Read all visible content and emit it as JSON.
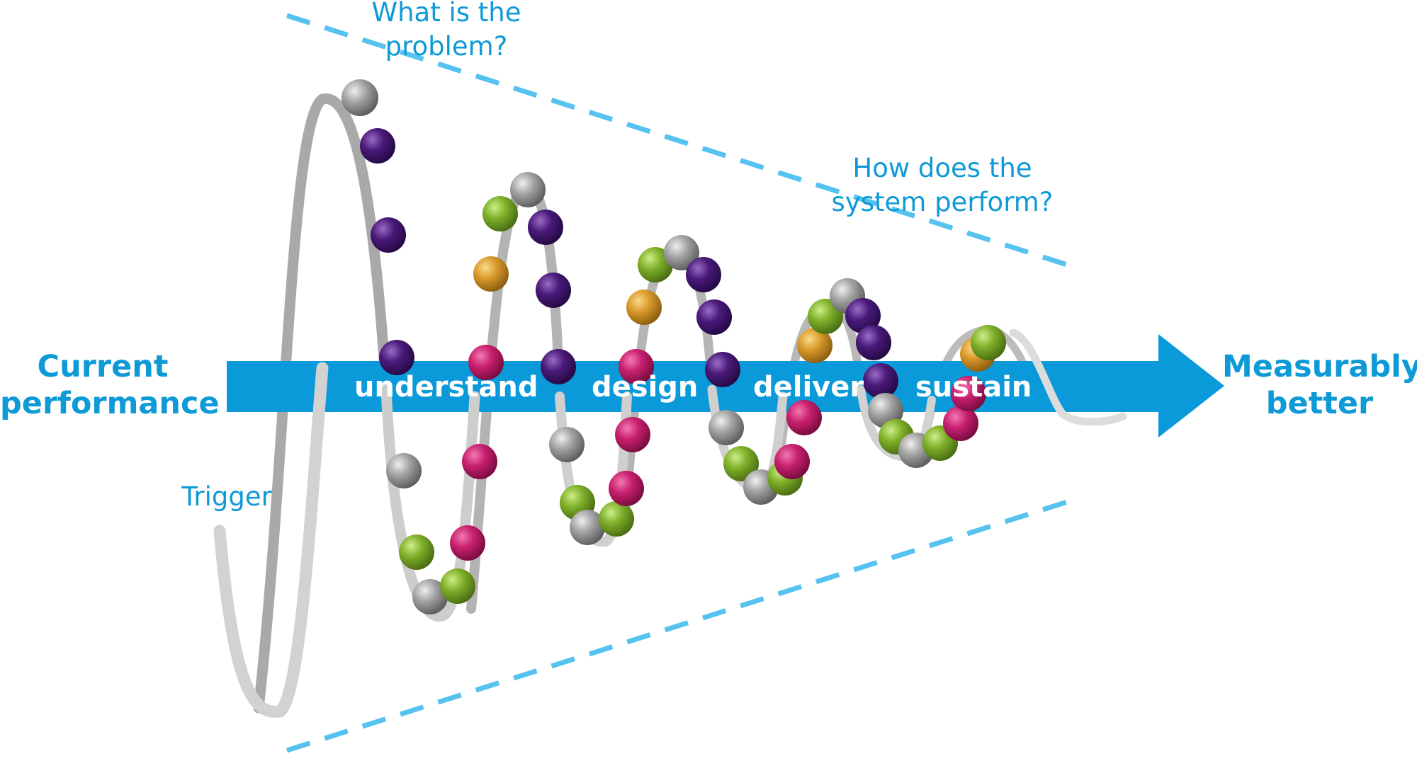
{
  "labels": {
    "question_problem_line1": "What is the",
    "question_problem_line2": "problem?",
    "question_system_line1": "How does the",
    "question_system_line2": "system perform?",
    "trigger": "Trigger",
    "start_line1": "Current",
    "start_line2": "performance",
    "end_line1": "Measurably",
    "end_line2": "better"
  },
  "stages": [
    "understand",
    "design",
    "deliver",
    "sustain"
  ],
  "colors": {
    "arrow": "#0a9ad9",
    "dashes": "#55c2ef",
    "text": "#0e9ad7",
    "ribbon": "#c9c9c9",
    "bead_purple": "#4a1a7a",
    "bead_magenta": "#c8206f",
    "bead_green": "#7fb02a",
    "bead_orange": "#d99a2c",
    "bead_grey": "#9b9b9b"
  }
}
